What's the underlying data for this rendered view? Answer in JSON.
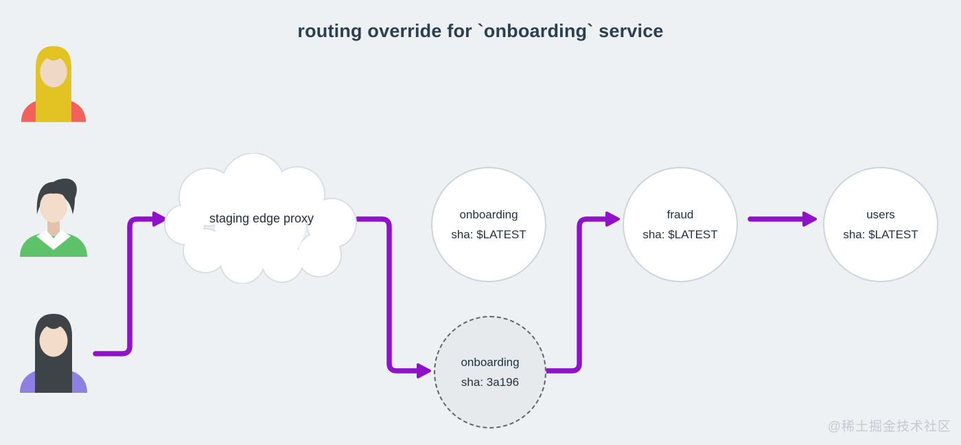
{
  "title": "routing override for `onboarding` service",
  "proxy": {
    "label": "staging edge proxy"
  },
  "nodes": [
    {
      "id": "onboarding-latest",
      "line1": "onboarding",
      "line2": "sha: $LATEST",
      "style": "stacked"
    },
    {
      "id": "fraud-latest",
      "line1": "fraud",
      "line2": "sha: $LATEST",
      "style": "stacked"
    },
    {
      "id": "users-latest",
      "line1": "users",
      "line2": "sha: $LATEST",
      "style": "stacked"
    },
    {
      "id": "onboarding-override",
      "line1": "onboarding",
      "line2": "sha: 3a196",
      "style": "dashed"
    }
  ],
  "users": [
    {
      "id": "user-blonde-woman",
      "hair_color": "#e3c324",
      "shirt_color": "#f2625d"
    },
    {
      "id": "user-man",
      "hair_color": "#3e4347",
      "shirt_color": "#5dc26a"
    },
    {
      "id": "user-dark-haired-woman",
      "hair_color": "#3e4347",
      "shirt_color": "#8d80e2"
    }
  ],
  "colors": {
    "background": "#eef1f4",
    "arrow": "#8f12c9",
    "title_text": "#2c3e50",
    "node_text": "#22313f",
    "node_border": "#ccd4dd",
    "dashed_node_fill": "#e7eaec",
    "dashed_node_border": "#5d646b"
  },
  "watermark": {
    "text": "@稀土掘金技术社区"
  }
}
